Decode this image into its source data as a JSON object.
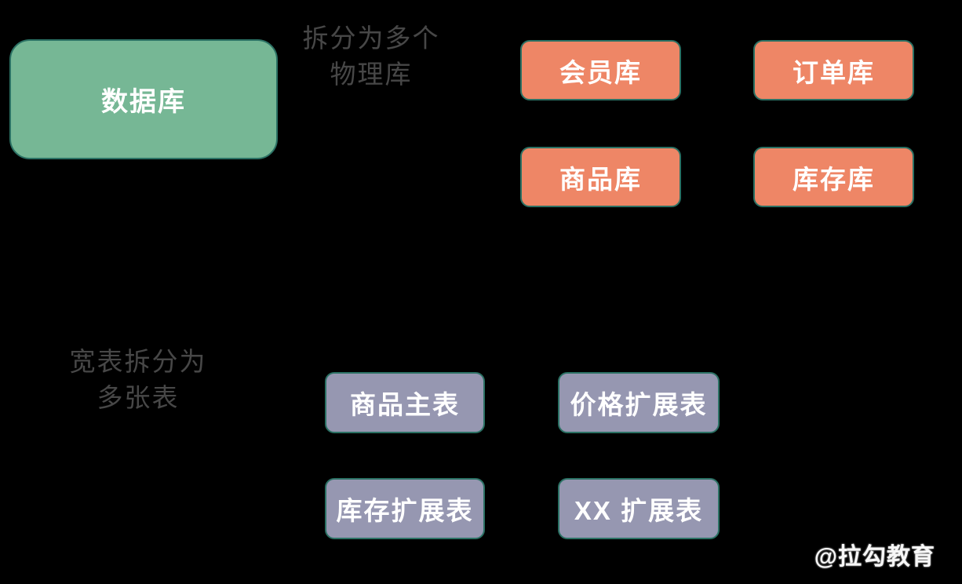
{
  "colors": {
    "background": "#000000",
    "source_fill": "#76B795",
    "db_fill": "#EE8666",
    "table_fill": "#9697B1",
    "box_border": "#2B7164",
    "box_text": "#FFFFFF",
    "annotation_text": "#474747",
    "watermark_text": "#FFFFFF"
  },
  "diagram": {
    "source": {
      "label": "数据库"
    },
    "annotations": {
      "top": {
        "lines": [
          "拆分为多个",
          "物理库"
        ]
      },
      "bottom": {
        "lines": [
          "宽表拆分为",
          "多张表"
        ]
      }
    },
    "physical_dbs": {
      "items": [
        {
          "label": "会员库"
        },
        {
          "label": "订单库"
        },
        {
          "label": "商品库"
        },
        {
          "label": "库存库"
        }
      ]
    },
    "tables": {
      "items": [
        {
          "label": "商品主表"
        },
        {
          "label": "价格扩展表"
        },
        {
          "label": "库存扩展表"
        },
        {
          "label": "XX 扩展表"
        }
      ]
    },
    "watermark": "@拉勾教育"
  }
}
